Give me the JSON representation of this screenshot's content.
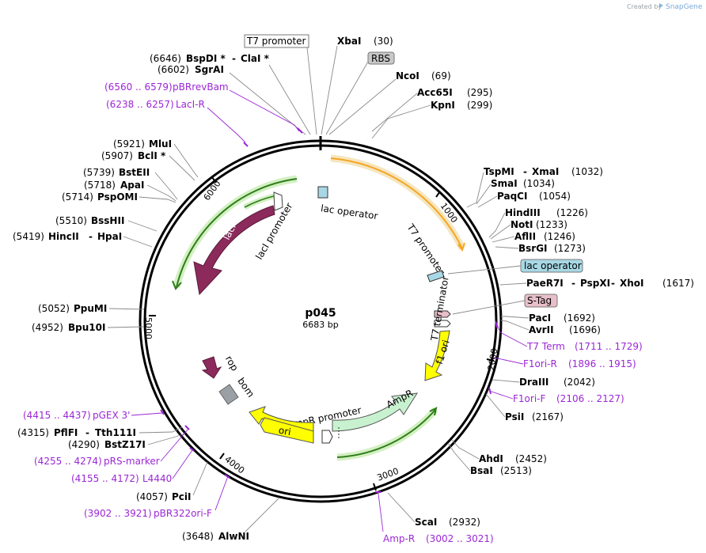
{
  "watermark": {
    "created_by": "Created by",
    "brand": "SnapGene"
  },
  "plasmid": {
    "name": "p045",
    "length_label": "6683 bp"
  },
  "tick_marks": [
    "1000",
    "2000",
    "3000",
    "4000",
    "5000",
    "6000"
  ],
  "boxed_features": {
    "t7_promoter_top": "T7 promoter",
    "rbs": "RBS",
    "lac_operator_right": "lac operator",
    "s_tag": "S-Tag"
  },
  "inner_feature_labels": {
    "lac_operator": "lac operator",
    "t7_promoter": "T7 promoter",
    "t7_terminator": "T7 terminator",
    "laci_promoter": "lacI promoter",
    "laci": "lacI",
    "rop": "rop",
    "bom": "bom",
    "ampr_promoter": "AmpR promoter",
    "ampr": "AmpR",
    "ori": "ori",
    "f1_ori": "f1 ori"
  },
  "enzymes": {
    "xbai": {
      "name": "XbaI",
      "pos": "(30)"
    },
    "ncoi": {
      "name": "NcoI",
      "pos": "(69)"
    },
    "acc65i": {
      "name": "Acc65I",
      "pos": "(295)"
    },
    "kpni": {
      "name": "KpnI",
      "pos": "(299)"
    },
    "tspmi": {
      "name": "TspMI",
      "sep": "-",
      "name2": "XmaI",
      "pos": "(1032)"
    },
    "smai": {
      "name": "SmaI",
      "pos": "(1034)"
    },
    "paqci": {
      "name": "PaqCI",
      "pos": "(1054)"
    },
    "hindiii": {
      "name": "HindIII",
      "pos": "(1226)"
    },
    "noti": {
      "name": "NotI",
      "pos": "(1233)"
    },
    "aflii": {
      "name": "AflII",
      "pos": "(1246)"
    },
    "bsrgi": {
      "name": "BsrGI",
      "pos": "(1273)"
    },
    "paer7i": {
      "name": "PaeR7I",
      "sep": "-",
      "name2": "PspXI",
      "sep2": "-",
      "name3": "XhoI",
      "pos": "(1617)"
    },
    "paci": {
      "name": "PacI",
      "pos": "(1692)"
    },
    "avrii": {
      "name": "AvrII",
      "pos": "(1696)"
    },
    "draiii": {
      "name": "DraIII",
      "pos": "(2042)"
    },
    "psii": {
      "name": "PsiI",
      "pos": "(2167)"
    },
    "ahdi": {
      "name": "AhdI",
      "pos": "(2452)"
    },
    "bsai": {
      "name": "BsaI",
      "pos": "(2513)"
    },
    "scai": {
      "name": "ScaI",
      "pos": "(2932)"
    },
    "alwni": {
      "name": "AlwNI",
      "pos": "(3648)"
    },
    "pcii": {
      "name": "PciI",
      "pos": "(4057)"
    },
    "bstz17i": {
      "name": "BstZ17I",
      "pos": "(4290)"
    },
    "pflfi": {
      "name": "PflFI",
      "sep": "-",
      "name2": "Tth111I",
      "pos": "(4315)"
    },
    "bpu10i": {
      "name": "Bpu10I",
      "pos": "(4952)"
    },
    "ppumi": {
      "name": "PpuMI",
      "pos": "(5052)"
    },
    "hincii": {
      "name": "HincII",
      "sep": "-",
      "name2": "HpaI",
      "pos": "(5419)"
    },
    "bsshii": {
      "name": "BssHII",
      "pos": "(5510)"
    },
    "pspomi": {
      "name": "PspOMI",
      "pos": "(5714)"
    },
    "apai": {
      "name": "ApaI",
      "pos": "(5718)"
    },
    "bsteii": {
      "name": "BstEII",
      "pos": "(5739)"
    },
    "bcli": {
      "name": "BclI *",
      "pos": "(5907)"
    },
    "mlui": {
      "name": "MluI",
      "pos": "(5921)"
    },
    "sgrai": {
      "name": "SgrAI",
      "pos": "(6602)"
    },
    "bspdi": {
      "name": "BspDI *",
      "sep": "-",
      "name2": "ClaI *",
      "pos": "(6646)"
    }
  },
  "primers": {
    "pbrrevbam": {
      "range": "(6560 .. 6579)",
      "name": "pBRrevBam"
    },
    "laci_r": {
      "range": "(6238 .. 6257)",
      "name": "LacI-R"
    },
    "t7_term": {
      "name": "T7 Term",
      "range": "(1711 .. 1729)"
    },
    "f1ori_r": {
      "name": "F1ori-R",
      "range": "(1896 .. 1915)"
    },
    "f1ori_f": {
      "name": "F1ori-F",
      "range": "(2106 .. 2127)"
    },
    "amp_r": {
      "name": "Amp-R",
      "range": "(3002 .. 3021)"
    },
    "pbr322ori_f": {
      "range": "(3902 .. 3921)",
      "name": "pBR322ori-F"
    },
    "l4440": {
      "range": "(4155 .. 4172)",
      "name": "L4440"
    },
    "prs_marker": {
      "range": "(4255 .. 4274)",
      "name": "pRS-marker"
    },
    "pgex3": {
      "range": "(4415 .. 4437)",
      "name": "pGEX 3'"
    }
  },
  "colors": {
    "backbone": "#000000",
    "primer": "#9b27d6",
    "laci": "#8c2a5c",
    "rop": "#8c2a5c",
    "ampr": "#c8f2cf",
    "ori": "#ffff00",
    "t7_cds": "#f5a623",
    "green_arc": "#2e7d1a",
    "lac_operator_box": "#a8d8e6",
    "s_tag_box": "#e8bfc9",
    "rbs_box": "#c8c8c8",
    "bom": "#9aa0a6"
  }
}
